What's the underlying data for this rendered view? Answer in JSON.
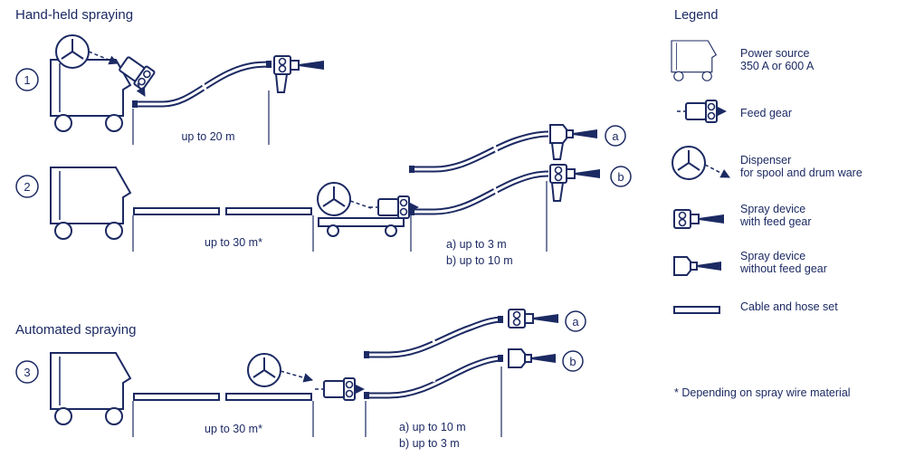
{
  "sections": {
    "handheld_title": "Hand-held spraying",
    "automated_title": "Automated spraying"
  },
  "setups": {
    "s1": {
      "number": "1",
      "distance": "up to 20 m"
    },
    "s2": {
      "number": "2",
      "distance": "up to 30 m*",
      "variant_a": "a) up to 3 m",
      "variant_b": "b) up to 10 m",
      "badge_a": "a",
      "badge_b": "b"
    },
    "s3": {
      "number": "3",
      "distance": "up to 30 m*",
      "variant_a": "a) up to 10 m",
      "variant_b": "b) up to 3 m",
      "badge_a": "a",
      "badge_b": "b"
    }
  },
  "legend": {
    "title": "Legend",
    "items": [
      {
        "icon": "power-source-icon",
        "line1": "Power source",
        "line2": "350 A or 600 A"
      },
      {
        "icon": "feed-gear-icon",
        "line1": "Feed gear",
        "line2": ""
      },
      {
        "icon": "dispenser-icon",
        "line1": "Dispenser",
        "line2": "for spool and drum ware"
      },
      {
        "icon": "spray-device-with-feed-icon",
        "line1": "Spray device",
        "line2": "with feed gear"
      },
      {
        "icon": "spray-device-without-feed-icon",
        "line1": "Spray device",
        "line2": "without feed gear"
      },
      {
        "icon": "cable-hose-set-icon",
        "line1": "Cable and hose set",
        "line2": ""
      }
    ],
    "footnote": "* Depending on spray wire material"
  },
  "colors": {
    "ink": "#1c2a63",
    "background": "#ffffff"
  }
}
